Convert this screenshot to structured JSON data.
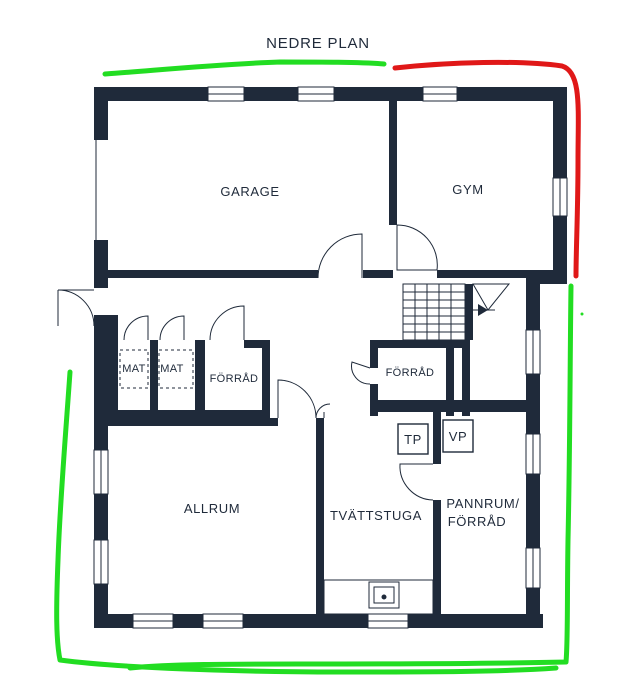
{
  "plan": {
    "title": "NEDRE PLAN",
    "wall_color": "#1f2a3a",
    "window_color": "#ffffff",
    "rooms": {
      "garage": "GARAGE",
      "gym": "GYM",
      "mat_1": "MAT",
      "mat_2": "MAT",
      "forrad_1": "FÖRRÅD",
      "forrad_2": "FÖRRÅD",
      "allrum": "ALLRUM",
      "tvattstuga": "TVÄTTSTUGA",
      "pannrum_line1": "PANNRUM/",
      "pannrum_line2": "FÖRRÅD",
      "tp": "TP",
      "vp": "VP"
    }
  },
  "annotations": {
    "green_color": "#22dd22",
    "red_color": "#e01818"
  }
}
